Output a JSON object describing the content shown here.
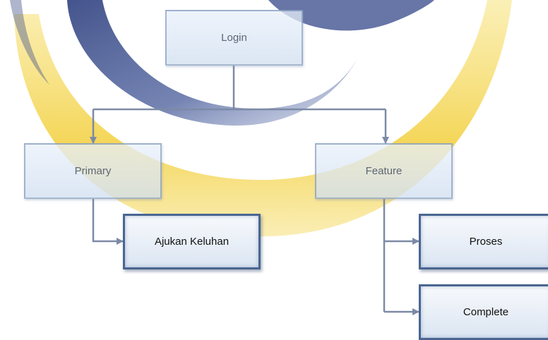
{
  "diagram": {
    "nodes": {
      "login": "Login",
      "primary": "Primary",
      "feature": "Feature",
      "ajukan_keluhan": "Ajukan Keluhan",
      "proses": "Proses",
      "complete": "Complete"
    },
    "edges": [
      {
        "from": "login",
        "to": "primary"
      },
      {
        "from": "login",
        "to": "feature"
      },
      {
        "from": "primary",
        "to": "ajukan_keluhan"
      },
      {
        "from": "feature",
        "to": "proses"
      },
      {
        "from": "feature",
        "to": "complete"
      }
    ],
    "colors": {
      "node_border": "#4a6690",
      "connector": "#7d8aa6",
      "watermark_blue": "#3e4f86",
      "watermark_yellow": "#f2d25a"
    }
  }
}
